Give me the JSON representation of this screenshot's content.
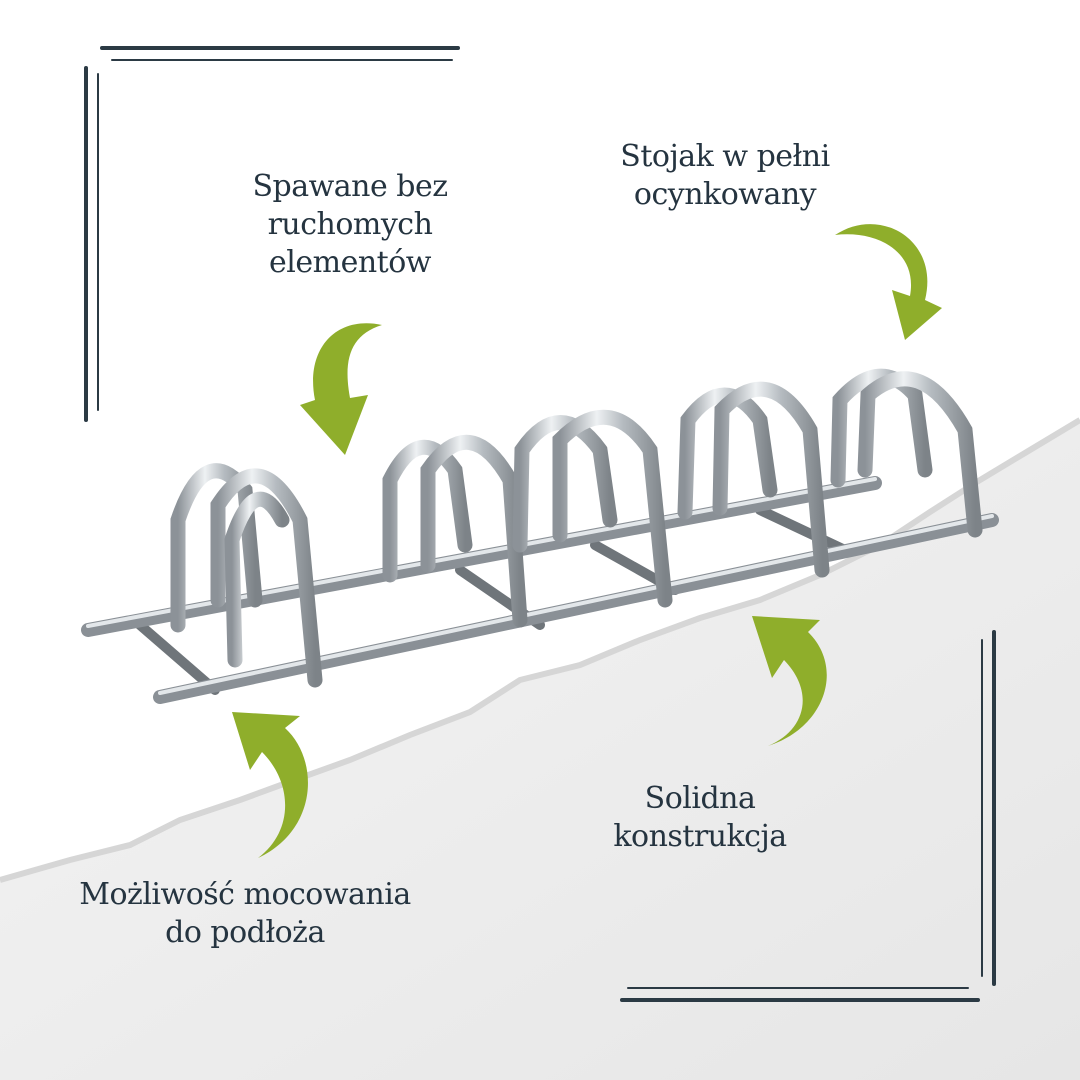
{
  "callouts": {
    "welded": {
      "lines": [
        "Spawane bez",
        "ruchomych",
        "elementów"
      ]
    },
    "galvanized": {
      "lines": [
        "Stojak w pełni",
        "ocynkowany"
      ]
    },
    "solid": {
      "lines": [
        "Solidna",
        "konstrukcja"
      ]
    },
    "mounting": {
      "lines": [
        "Możliwość mocowania",
        "do podłoża"
      ]
    }
  },
  "colors": {
    "text": "#253440",
    "frame": "#2b3a44",
    "arrow": "#8fae2b",
    "paper": "#ececec",
    "metal": "#b9bec3"
  },
  "icons": [
    "curved-arrow-icon"
  ]
}
